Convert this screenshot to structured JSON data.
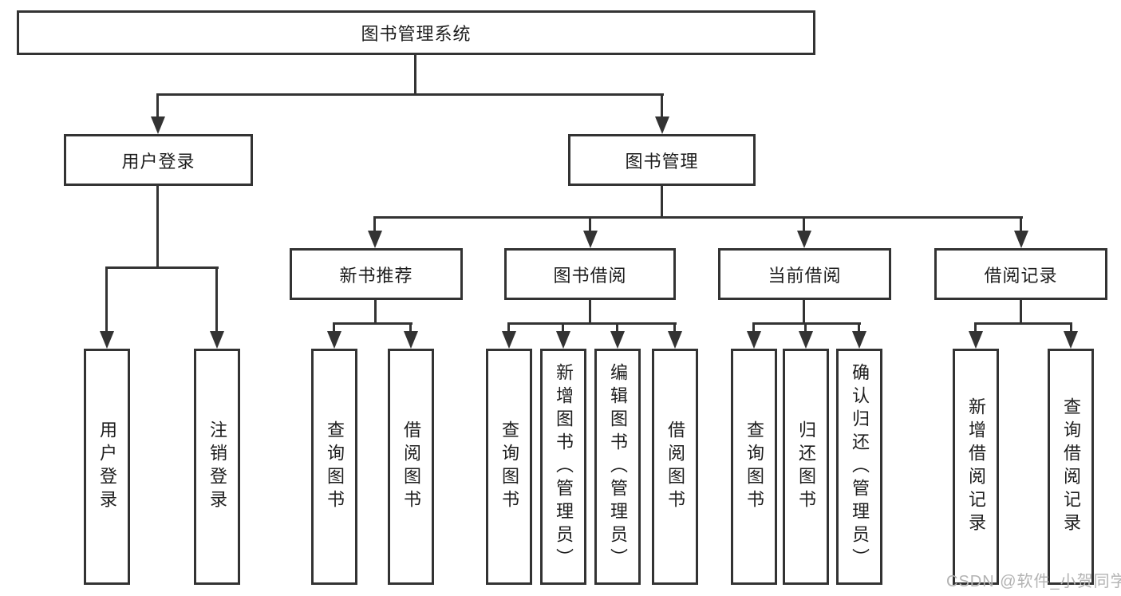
{
  "diagram": {
    "type": "tree",
    "title": "图书管理系统",
    "watermark": "CSDN @软件_小贺同学",
    "colors": {
      "line": "#333333",
      "text": "#1d1d1d",
      "watermark": "#b3b3b3",
      "background": "#ffffff"
    },
    "tree": {
      "root": {
        "label": "图书管理系统",
        "children": [
          {
            "label": "用户登录",
            "children": [
              {
                "label": "用户登录"
              },
              {
                "label": "注销登录"
              }
            ]
          },
          {
            "label": "图书管理",
            "children": [
              {
                "label": "新书推荐",
                "children": [
                  {
                    "label": "查询图书"
                  },
                  {
                    "label": "借阅图书"
                  }
                ]
              },
              {
                "label": "图书借阅",
                "children": [
                  {
                    "label": "查询图书"
                  },
                  {
                    "label": "新增图书（管理员）"
                  },
                  {
                    "label": "编辑图书（管理员）"
                  },
                  {
                    "label": "借阅图书"
                  }
                ]
              },
              {
                "label": "当前借阅",
                "children": [
                  {
                    "label": "查询图书"
                  },
                  {
                    "label": "归还图书"
                  },
                  {
                    "label": "确认归还（管理员）"
                  }
                ]
              },
              {
                "label": "借阅记录",
                "children": [
                  {
                    "label": "新增借阅记录"
                  },
                  {
                    "label": "查询借阅记录"
                  }
                ]
              }
            ]
          }
        ]
      }
    }
  }
}
